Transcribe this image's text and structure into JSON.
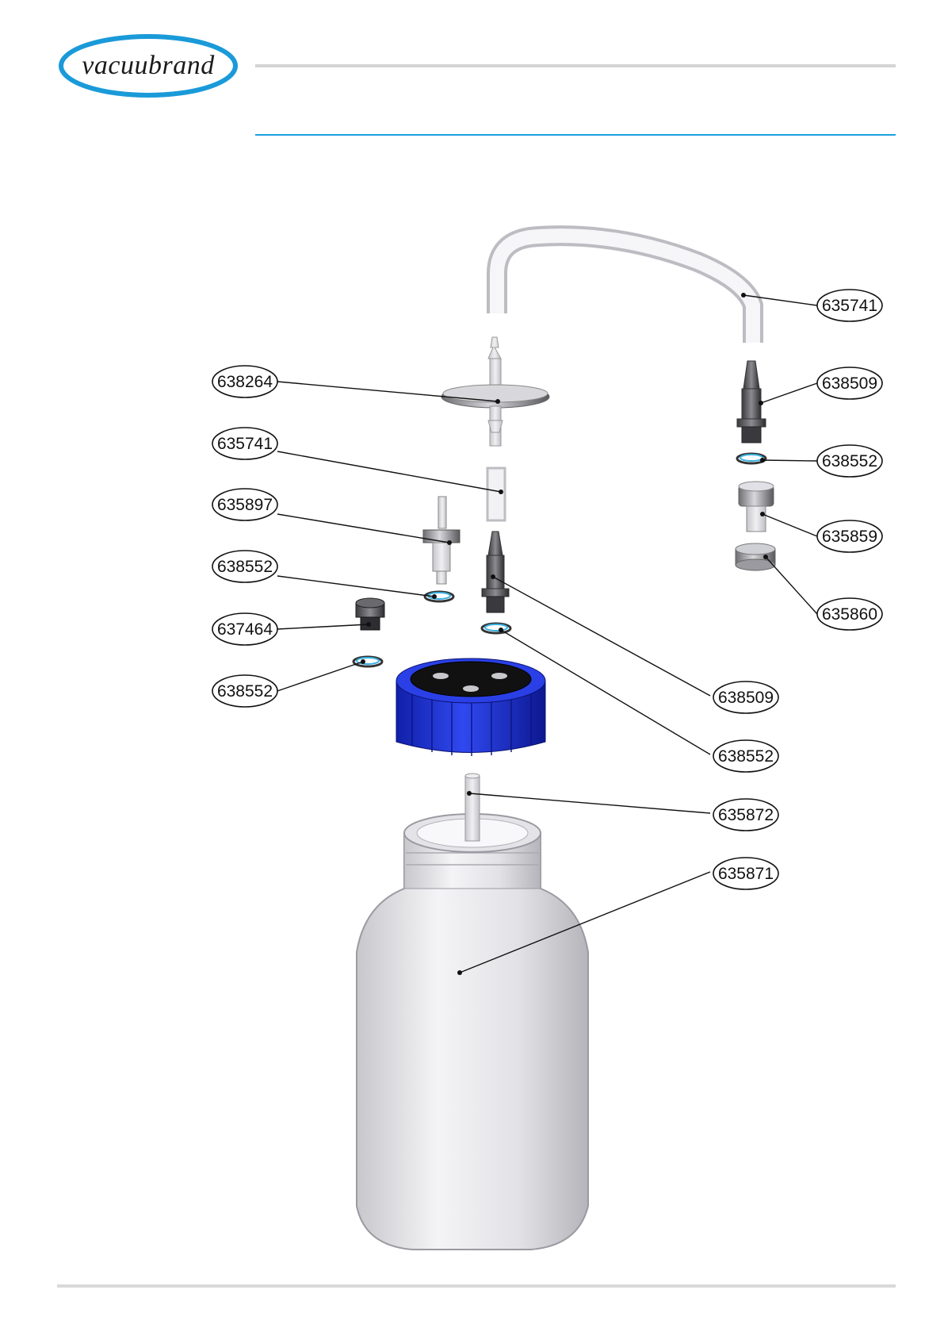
{
  "brand": {
    "name": "vacuubrand",
    "ellipse_color": "#1a9ad9"
  },
  "colors": {
    "accent_blue": "#1aa0df",
    "cap_blue": "#1a2ee0"
  },
  "callouts": [
    {
      "id": "tube-long",
      "label": "635741"
    },
    {
      "id": "filter",
      "label": "638264"
    },
    {
      "id": "hose-nozzle-right",
      "label": "638509"
    },
    {
      "id": "tube-short",
      "label": "635741"
    },
    {
      "id": "seal-right",
      "label": "638552"
    },
    {
      "id": "connector-left",
      "label": "635897"
    },
    {
      "id": "screw-fitting",
      "label": "635859"
    },
    {
      "id": "seal-left-upper",
      "label": "638552"
    },
    {
      "id": "ring-nut",
      "label": "635860"
    },
    {
      "id": "blind-plug",
      "label": "637464"
    },
    {
      "id": "hose-nozzle-center",
      "label": "638509"
    },
    {
      "id": "seal-left-lower",
      "label": "638552"
    },
    {
      "id": "seal-center",
      "label": "638552"
    },
    {
      "id": "dip-tube",
      "label": "635872"
    },
    {
      "id": "bottle",
      "label": "635871"
    }
  ]
}
